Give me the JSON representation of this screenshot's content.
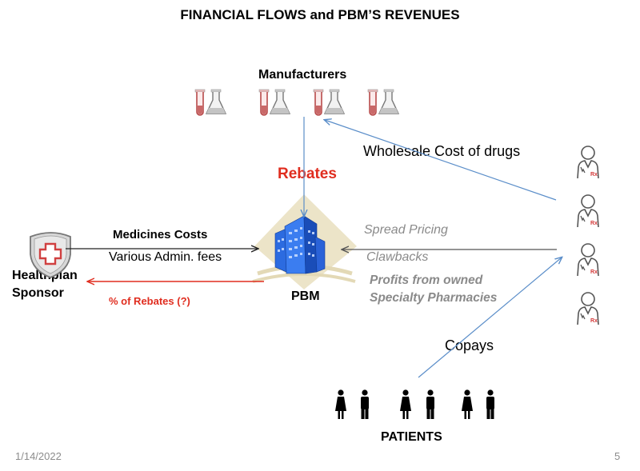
{
  "title": "FINANCIAL FLOWS and  PBM’S REVENUES",
  "nodes": {
    "manufacturers": "Manufacturers",
    "pbm": "PBM",
    "healthplan_line1": "Healthplan",
    "healthplan_line2": "Sponsor",
    "patients": "PATIENTS"
  },
  "flows": {
    "rebates": "Rebates",
    "wholesale_cost": "Wholesale Cost of drugs",
    "medicines_costs": "Medicines Costs",
    "admin_fees": "Various Admin. fees",
    "percent_rebates": "% of  Rebates (?)",
    "spread_pricing": "Spread Pricing",
    "clawbacks": "Clawbacks",
    "profits_line1": "Profits from owned",
    "profits_line2": "Specialty Pharmacies",
    "copays": "Copays"
  },
  "colors": {
    "flow_blue": "#5b8ec9",
    "rebate_red": "#e02d1f",
    "arrow_black": "#222222",
    "grey_text": "#8a8a8a",
    "building_blue": "#1f5fd6",
    "diamond_beige": "#ece4c8"
  },
  "icons": {
    "manufacturer": "test-tube-flask-icon",
    "pharmacist": "pharmacist-icon",
    "shield": "medical-shield-icon",
    "building": "building-icon",
    "person": "person-icon"
  },
  "footer": {
    "date": "1/14/2022",
    "page_number": "5"
  }
}
